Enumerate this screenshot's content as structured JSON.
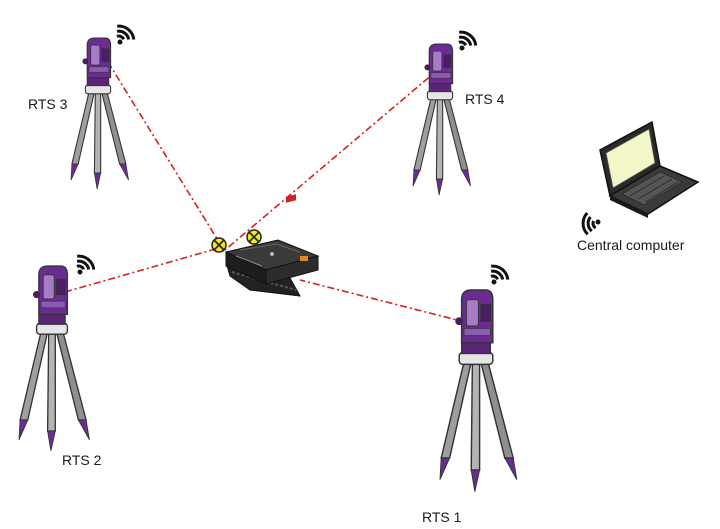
{
  "stations": [
    {
      "id": "rts1",
      "label": "RTS 1"
    },
    {
      "id": "rts2",
      "label": "RTS 2"
    },
    {
      "id": "rts3",
      "label": "RTS 3"
    },
    {
      "id": "rts4",
      "label": "RTS 4"
    }
  ],
  "computer": {
    "label": "Central computer"
  },
  "colors": {
    "instrument_purple": "#6a2c91",
    "instrument_light": "#a67cc7",
    "tripod_gray": "#9a9a9a",
    "sightline_red": "#d42020",
    "prism_yellow": "#f2e81e",
    "screen_glow": "#f3f7c8"
  },
  "icons": [
    "total-station-icon",
    "wireless-signal-icon",
    "tracked-robot-icon",
    "prism-target-icon",
    "laptop-icon"
  ]
}
